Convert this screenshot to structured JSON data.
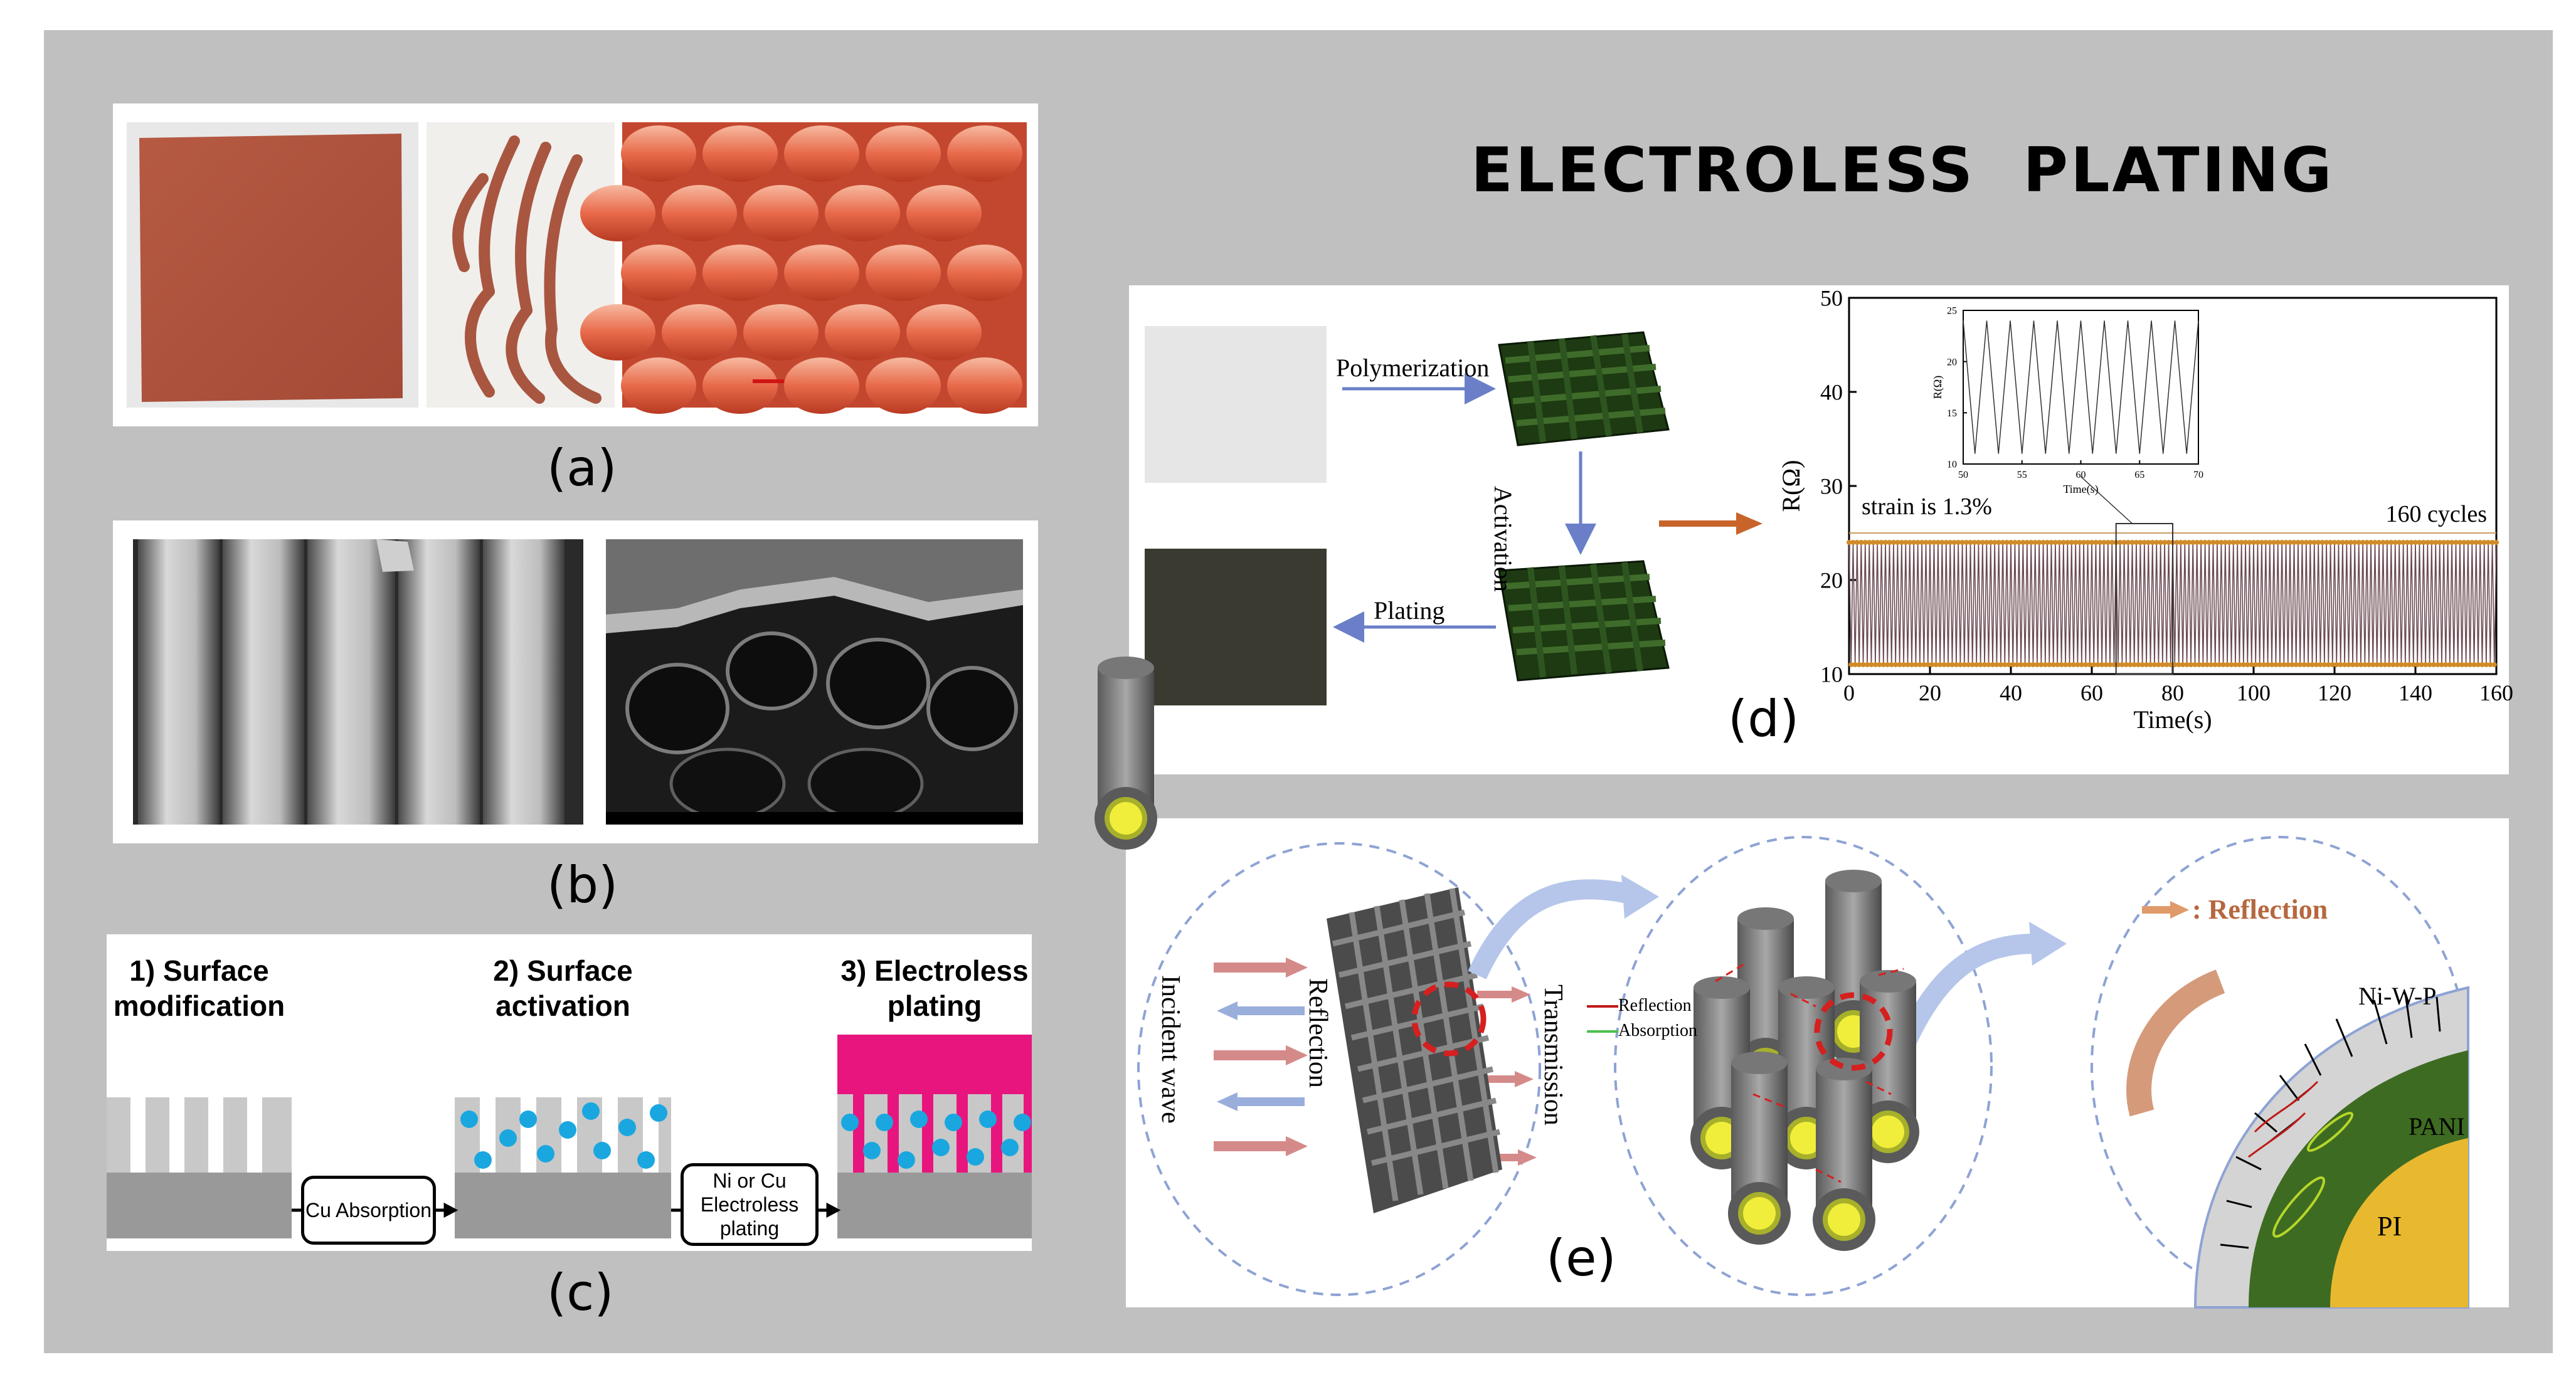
{
  "title": "ELECTROLESS  PLATING",
  "labels": {
    "a": "(a)",
    "b": "(b)",
    "c": "(c)",
    "d": "(d)",
    "e": "(e)"
  },
  "panel_c": {
    "step1": "1) Surface modification",
    "step2": "2) Surface activation",
    "step3": "3) Electroless plating",
    "arrow1": "Cu Absorption",
    "arrow2": "Ni or Cu Electroless plating"
  },
  "panel_d": {
    "polymerization": "Polymerization",
    "activation": "Activation",
    "plating": "Plating"
  },
  "panel_e": {
    "incident_wave": "Incident wave",
    "reflection_vertical": "Reflection",
    "transmission": "Transmission",
    "legend_reflection": "Reflection",
    "legend_absorption": "Absorption",
    "reflection_key": ": Reflection",
    "layer_outer": "Ni-W-P",
    "layer_mid": "PANI",
    "layer_core": "PI"
  },
  "colors": {
    "pink": "#e8157f",
    "cyan": "#1aa7e0",
    "orange": "#c8642a",
    "green": "#3e6b22",
    "gold": "#e8b92e"
  },
  "chart_data": [
    {
      "type": "line",
      "xlabel": "Time(s)",
      "ylabel": "R(Ω)",
      "xlim": [
        0,
        160
      ],
      "ylim": [
        10,
        50
      ],
      "xticks": [
        0,
        20,
        40,
        60,
        80,
        100,
        120,
        140,
        160
      ],
      "yticks": [
        10,
        20,
        30,
        40,
        50
      ],
      "annotations": [
        "strain is 1.3%",
        "160 cycles"
      ],
      "cycles": 160,
      "period_s": 1,
      "r_min": 11,
      "r_max": 24,
      "strain_line_y": 25
    },
    {
      "type": "line",
      "xlabel": "Time(s)",
      "ylabel": "R(Ω)",
      "xlim": [
        50,
        70
      ],
      "ylim": [
        10,
        25
      ],
      "xticks": [
        50,
        55,
        60,
        65,
        70
      ],
      "yticks": [
        10,
        15,
        20,
        25
      ],
      "period_s": 2,
      "r_min": 11,
      "r_max": 24
    }
  ]
}
